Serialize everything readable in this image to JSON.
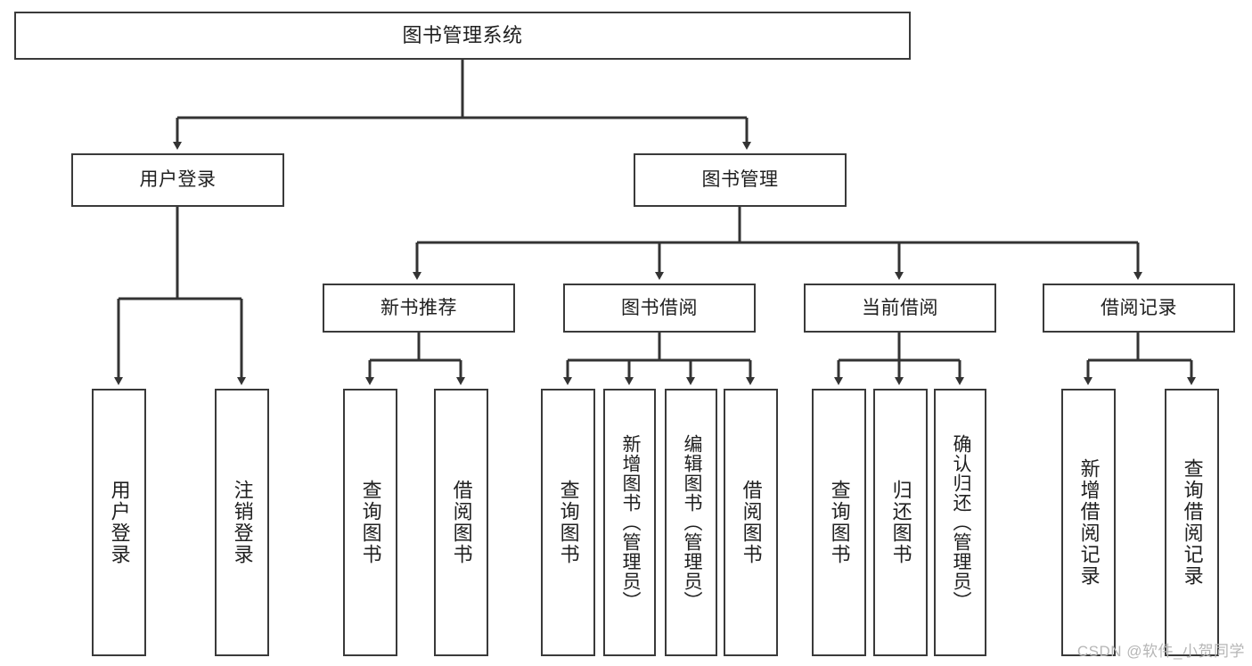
{
  "diagram": {
    "title": "图书管理系统",
    "type": "hierarchy-tree",
    "watermark": "CSDN @软件_小贺同学",
    "colors": {
      "box_border": "#3a3a3a",
      "box_fill": "#ffffff",
      "connector": "#333333",
      "text": "#202020",
      "watermark": "#b6b6b6"
    },
    "nodes": {
      "root": {
        "label": "图书管理系统"
      },
      "level2": [
        {
          "id": "user-login",
          "label": "用户登录"
        },
        {
          "id": "book-manage",
          "label": "图书管理"
        }
      ],
      "level3": [
        {
          "id": "new-book-recommend",
          "label": "新书推荐"
        },
        {
          "id": "book-borrow",
          "label": "图书借阅"
        },
        {
          "id": "current-borrow",
          "label": "当前借阅"
        },
        {
          "id": "borrow-record",
          "label": "借阅记录"
        }
      ],
      "leaves": {
        "user_login": [
          {
            "id": "leaf-user-login",
            "label": "用户登录"
          },
          {
            "id": "leaf-logout",
            "label": "注销登录"
          }
        ],
        "new_book_recommend": [
          {
            "id": "leaf-query-book-1",
            "label": "查询图书"
          },
          {
            "id": "leaf-borrow-book-1",
            "label": "借阅图书"
          }
        ],
        "book_borrow": [
          {
            "id": "leaf-query-book-2",
            "label": "查询图书"
          },
          {
            "id": "leaf-add-book",
            "label": "新增图书（管理员）"
          },
          {
            "id": "leaf-edit-book",
            "label": "编辑图书（管理员）"
          },
          {
            "id": "leaf-borrow-book-2",
            "label": "借阅图书"
          }
        ],
        "current_borrow": [
          {
            "id": "leaf-query-book-3",
            "label": "查询图书"
          },
          {
            "id": "leaf-return-book",
            "label": "归还图书"
          },
          {
            "id": "leaf-confirm-return",
            "label": "确认归还（管理员）"
          }
        ],
        "borrow_record": [
          {
            "id": "leaf-add-record",
            "label": "新增借阅记录"
          },
          {
            "id": "leaf-query-record",
            "label": "查询借阅记录"
          }
        ]
      }
    }
  }
}
